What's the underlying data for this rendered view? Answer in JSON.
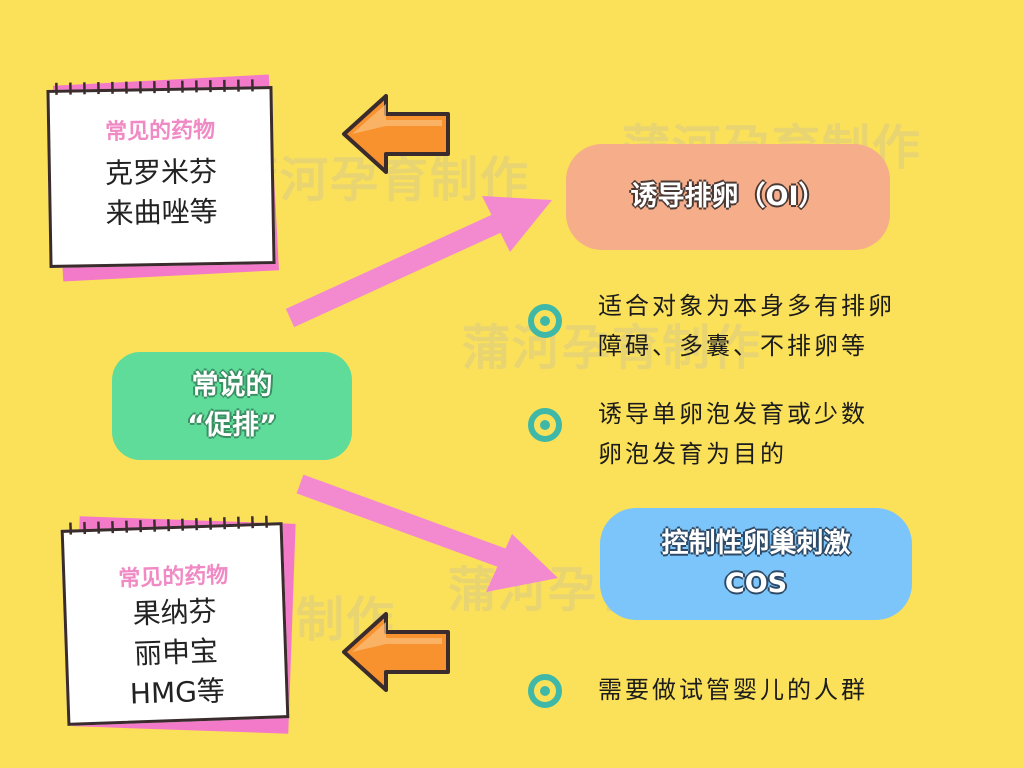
{
  "watermark": "蒲河孕育制作",
  "center": {
    "line1": "常说的",
    "line2": "“促排”"
  },
  "note_top": {
    "title": "常见的药物",
    "lines": [
      "克罗米芬",
      "来曲唑等"
    ]
  },
  "note_bottom": {
    "title": "常见的药物",
    "lines": [
      "果纳芬",
      "丽申宝",
      "HMG等"
    ]
  },
  "oi": {
    "label": "诱导排卵（OI）"
  },
  "cos": {
    "line1": "控制性卵巢刺激",
    "line2": "COS"
  },
  "oi_points": [
    {
      "line1": "适合对象为本身多有排卵",
      "line2": "障碍、多囊、不排卵等"
    },
    {
      "line1": "诱导单卵泡发育或少数",
      "line2": "卵泡发育为目的"
    }
  ],
  "cos_points": [
    {
      "line1": "需要做试管婴儿的人群"
    }
  ],
  "colors": {
    "background": "#fbe159",
    "center_pill": "#5fdc9a",
    "oi_pill": "#f6ad8a",
    "cos_pill": "#7cc5fb",
    "pink_arrow": "#f38ad0",
    "orange_arrow": "#f7922e",
    "bullet": "#3fb8a8",
    "note_accent": "#f37ac8"
  }
}
